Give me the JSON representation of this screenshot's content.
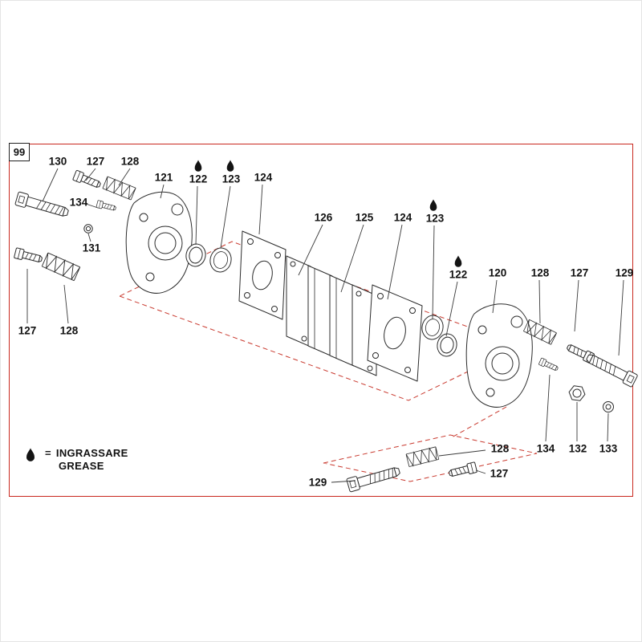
{
  "figure": {
    "number": "99"
  },
  "legend": {
    "equals": "=",
    "line1": "INGRASSARE",
    "line2": "GREASE"
  },
  "colors": {
    "frame_red": "#c9271e",
    "dash_red": "#c9392e",
    "line_black": "#2b2b2b"
  },
  "labels": [
    {
      "text": "130"
    },
    {
      "text": "127"
    },
    {
      "text": "128"
    },
    {
      "text": "121"
    },
    {
      "text": "122"
    },
    {
      "text": "123"
    },
    {
      "text": "124"
    },
    {
      "text": "134"
    },
    {
      "text": "131"
    },
    {
      "text": "126"
    },
    {
      "text": "125"
    },
    {
      "text": "124"
    },
    {
      "text": "123"
    },
    {
      "text": "122"
    },
    {
      "text": "120"
    },
    {
      "text": "128"
    },
    {
      "text": "127"
    },
    {
      "text": "129"
    },
    {
      "text": "127"
    },
    {
      "text": "128"
    },
    {
      "text": "128"
    },
    {
      "text": "134"
    },
    {
      "text": "132"
    },
    {
      "text": "133"
    },
    {
      "text": "127"
    },
    {
      "text": "129"
    }
  ]
}
